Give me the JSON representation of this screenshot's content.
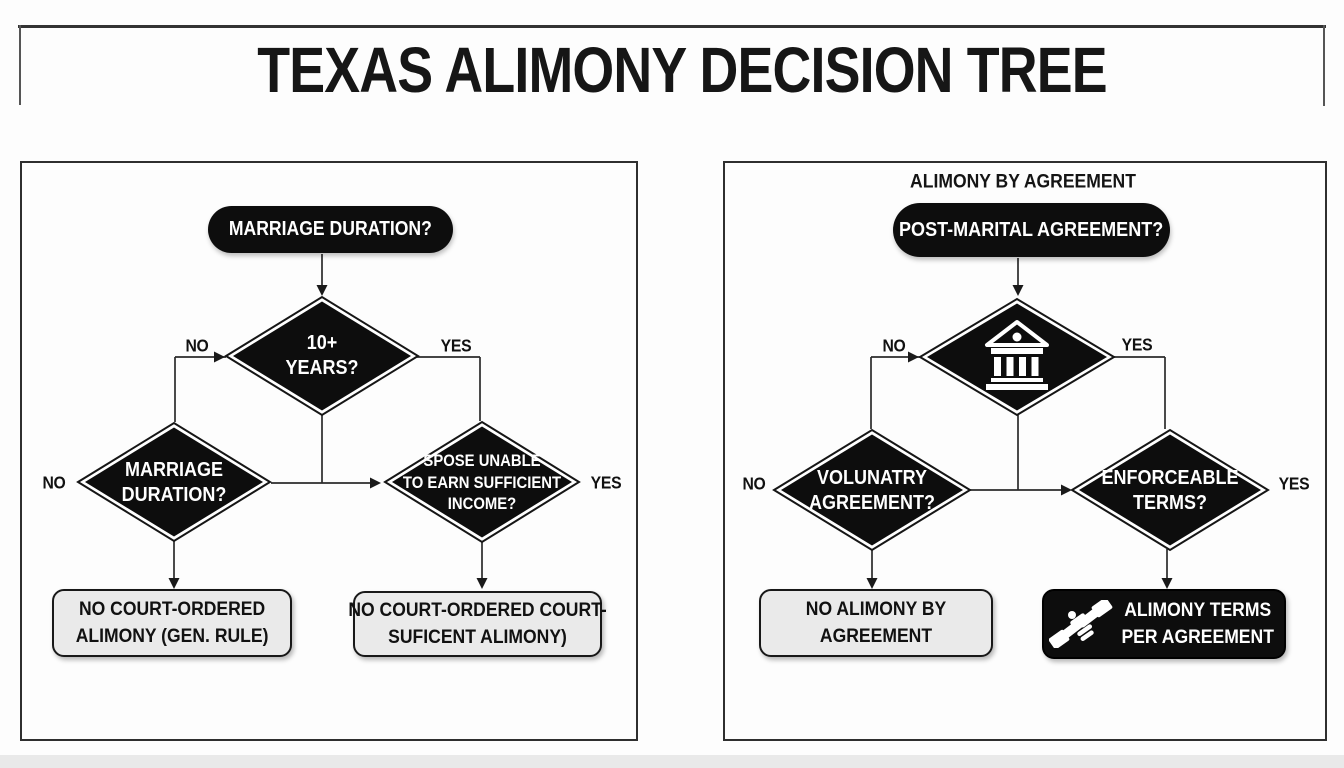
{
  "title": "TEXAS ALIMONY DECISION TREE",
  "left": {
    "root_label": "MARRIAGE DURATION?",
    "d1": {
      "lines": [
        "10+",
        "YEARS?"
      ],
      "no": "NO",
      "yes": "YES"
    },
    "d2": {
      "lines": [
        "MARRIAGE",
        "DURATION?"
      ],
      "no": "NO"
    },
    "d3": {
      "lines": [
        "SPOSE UNABLE",
        "TO EARN SUFFICIENT",
        "INCOME?"
      ],
      "yes": "YES"
    },
    "outcome_no": {
      "lines": [
        "NO COURT-ORDERED",
        "ALIMONY (GEN. RULE)"
      ]
    },
    "outcome_yes": {
      "lines": [
        "NO COURT-ORDERED COURT-",
        "SUFICENT ALIMONY)"
      ]
    }
  },
  "right": {
    "header": "ALIMONY BY AGREEMENT",
    "root_label": "POST-MARITAL AGREEMENT?",
    "d1": {
      "icon": "courthouse-icon",
      "no": "NO",
      "yes": "YES"
    },
    "d2": {
      "lines": [
        "VOLUNATRY",
        "AGREEMENT?"
      ],
      "no": "NO"
    },
    "d3": {
      "lines": [
        "ENFORCEABLE",
        "TERMS?"
      ],
      "yes": "YES"
    },
    "outcome_no": {
      "lines": [
        "NO ALIMONY BY",
        "AGREEMENT"
      ]
    },
    "outcome_yes": {
      "icon": "handshake-icon",
      "lines": [
        "ALIMONY TERMS",
        "PER AGREEMENT"
      ]
    }
  },
  "colors": {
    "shape_black": "#0d0d0d",
    "outcome_gray": "#eaeaea",
    "line": "#2b2b2b",
    "background": "#fdfdfd"
  }
}
